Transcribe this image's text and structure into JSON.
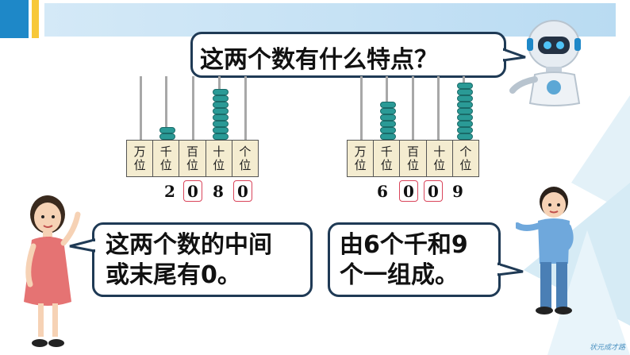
{
  "question": "这两个数有什么特点？",
  "left_bubble": {
    "line1": "这两个数的中间",
    "line2": "或末尾有0。"
  },
  "right_bubble": {
    "line1": "由6个千和9",
    "line2": "个一组成。"
  },
  "abacus_left": {
    "places": [
      {
        "top": "万",
        "bottom": "位",
        "beads": 0
      },
      {
        "top": "千",
        "bottom": "位",
        "beads": 2
      },
      {
        "top": "百",
        "bottom": "位",
        "beads": 0
      },
      {
        "top": "十",
        "bottom": "位",
        "beads": 8
      },
      {
        "top": "个",
        "bottom": "位",
        "beads": 0
      }
    ],
    "digits": [
      "2",
      "0",
      "8",
      "0"
    ],
    "boxed": [
      1,
      3
    ]
  },
  "abacus_right": {
    "places": [
      {
        "top": "万",
        "bottom": "位",
        "beads": 0
      },
      {
        "top": "千",
        "bottom": "位",
        "beads": 6
      },
      {
        "top": "百",
        "bottom": "位",
        "beads": 0
      },
      {
        "top": "十",
        "bottom": "位",
        "beads": 0
      },
      {
        "top": "个",
        "bottom": "位",
        "beads": 9
      }
    ],
    "digits": [
      "6",
      "0",
      "0",
      "9"
    ],
    "boxed": [
      1,
      2
    ]
  },
  "watermark": "状元成才路",
  "colors": {
    "accent_blue": "#1e88c8",
    "accent_yellow": "#f7c83a",
    "bead": "#2a9a96",
    "box_red": "#d9455b"
  }
}
